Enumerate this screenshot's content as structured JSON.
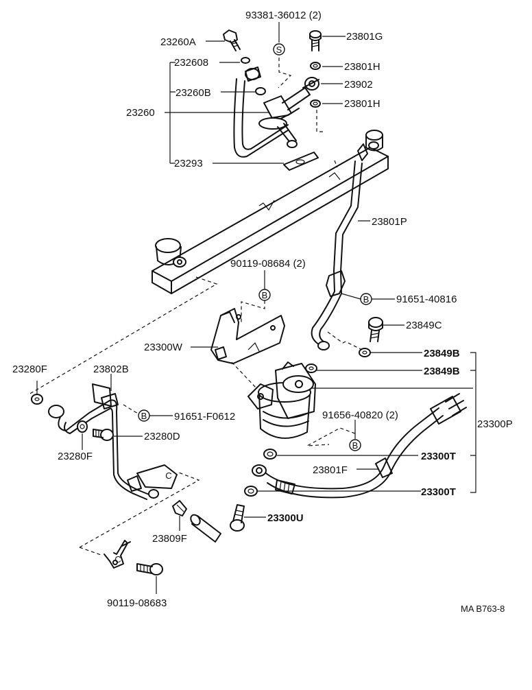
{
  "parts": {
    "p93381": "93381-36012 (2)",
    "p23260A": "23260A",
    "p23801G": "23801G",
    "p23260B_top": "232608",
    "p23801H_top": "23801H",
    "p23902": "23902",
    "p23260B": "23260B",
    "p23801H_mid": "23801H",
    "p23260": "23260",
    "p23293": "23293",
    "p23801P": "23801P",
    "p90119_08684": "90119-08684 (2)",
    "p91651_40816": "91651-40816",
    "p23849C": "23849C",
    "p23300W": "23300W",
    "p23849B_1": "23849B",
    "p23849B_2": "23849B",
    "p23280F_left": "23280F",
    "p23802B": "23802B",
    "p91651_F0612": "91651-F0612",
    "p91656_40820": "91656-40820 (2)",
    "p23300P": "23300P",
    "p23280D": "23280D",
    "p23280F_bottom": "23280F",
    "p23300T_1": "23300T",
    "p23801F": "23801F",
    "p23300T_2": "23300T",
    "p23300U": "23300U",
    "p23809F": "23809F",
    "p90119_08683": "90119-08683",
    "ref": "MA B763-8"
  },
  "symbols": {
    "s": "S",
    "b": "B",
    "c": "C"
  }
}
